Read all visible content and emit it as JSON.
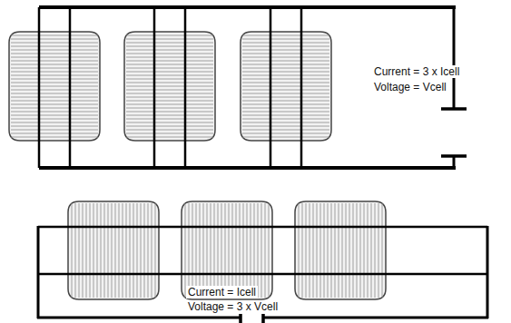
{
  "diagram": {
    "labels": [
      "Current = 3 x Icell",
      "Voltage = Vcell",
      "Current = Icell",
      "Voltage = 3 x Vcell"
    ]
  }
}
